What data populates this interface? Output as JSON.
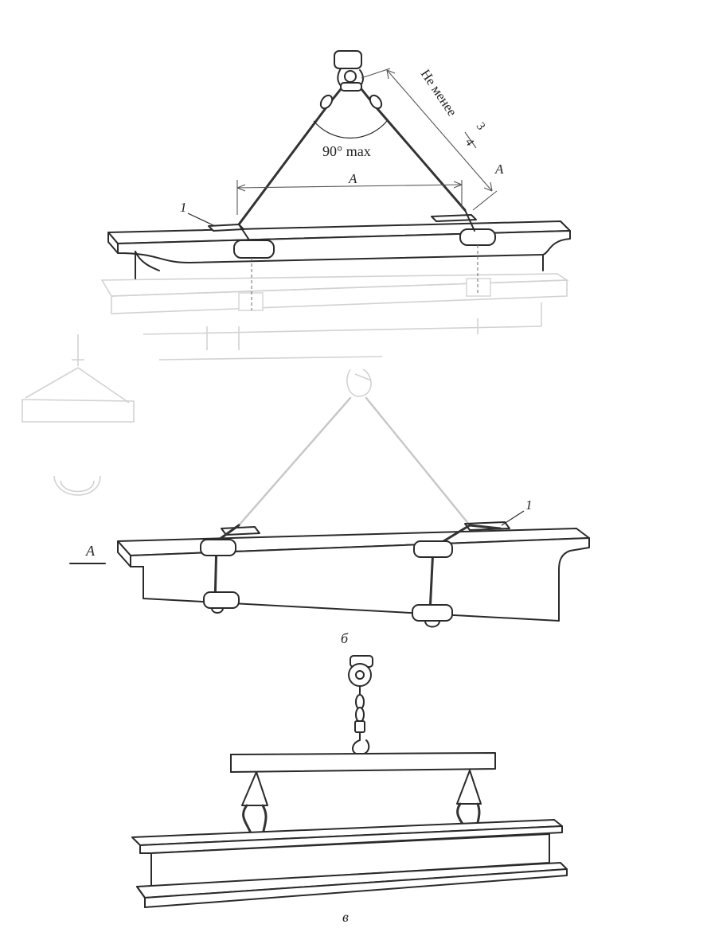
{
  "labels": {
    "angle": "90° max",
    "dimension_a": "A",
    "dimension_a_side": "A",
    "min_length_prefix": "Не менее",
    "fraction_numerator": "3",
    "fraction_denominator": "4",
    "item_one_top": "1",
    "item_one_middle": "1",
    "view_marker_a": "A",
    "caption_b": "б",
    "caption_v": "в"
  }
}
